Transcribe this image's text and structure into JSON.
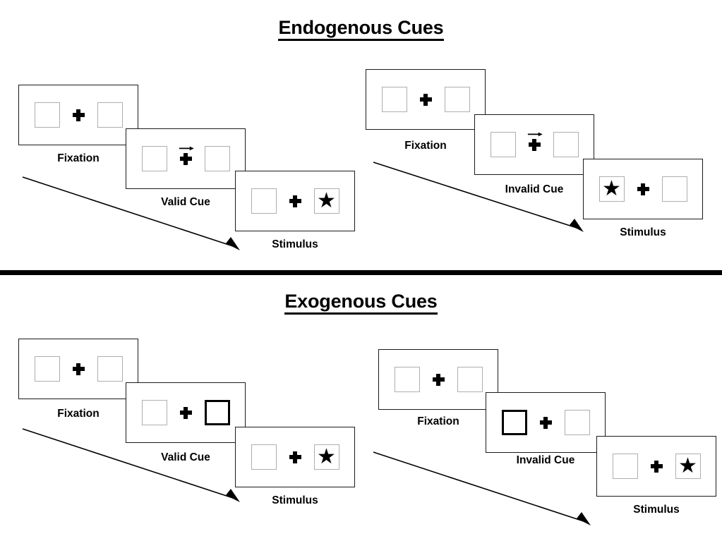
{
  "figure": {
    "title_top": "Endogenous Cues",
    "title_bottom": "Exogenous Cues"
  },
  "sections": [
    {
      "name": "endogenous",
      "title": "Endogenous Cues",
      "sequences": [
        {
          "name": "valid",
          "frames": [
            {
              "caption": "Fixation",
              "cue_type": "none",
              "left_box": "empty",
              "right_box": "empty"
            },
            {
              "caption": "Valid Cue",
              "cue_type": "arrow-right",
              "left_box": "empty",
              "right_box": "empty"
            },
            {
              "caption": "Stimulus",
              "cue_type": "none",
              "left_box": "empty",
              "right_box": "star"
            }
          ]
        },
        {
          "name": "invalid",
          "frames": [
            {
              "caption": "Fixation",
              "cue_type": "none",
              "left_box": "empty",
              "right_box": "empty"
            },
            {
              "caption": "Invalid Cue",
              "cue_type": "arrow-right",
              "left_box": "empty",
              "right_box": "empty"
            },
            {
              "caption": "Stimulus",
              "cue_type": "none",
              "left_box": "star",
              "right_box": "empty"
            }
          ]
        }
      ]
    },
    {
      "name": "exogenous",
      "title": "Exogenous Cues",
      "sequences": [
        {
          "name": "valid",
          "frames": [
            {
              "caption": "Fixation",
              "cue_type": "none",
              "left_box": "empty",
              "right_box": "empty"
            },
            {
              "caption": "Valid Cue",
              "cue_type": "box-highlight-right",
              "left_box": "empty",
              "right_box": "cued"
            },
            {
              "caption": "Stimulus",
              "cue_type": "none",
              "left_box": "empty",
              "right_box": "star"
            }
          ]
        },
        {
          "name": "invalid",
          "frames": [
            {
              "caption": "Fixation",
              "cue_type": "none",
              "left_box": "empty",
              "right_box": "empty"
            },
            {
              "caption": "Invalid Cue",
              "cue_type": "box-highlight-left",
              "left_box": "cued",
              "right_box": "empty"
            },
            {
              "caption": "Stimulus",
              "cue_type": "none",
              "left_box": "empty",
              "right_box": "star"
            }
          ]
        }
      ]
    }
  ],
  "icons": {
    "star": "★",
    "fixation_cross": "plus-icon",
    "arrow_cue": "arrow-right-icon",
    "time_arrow": "time-flow-arrow-icon"
  },
  "colors": {
    "ink": "#000000",
    "frame_border": "#1a1a1a",
    "box_border": "#aeaeae",
    "cued_box_border": "#000000",
    "background": "#ffffff"
  }
}
